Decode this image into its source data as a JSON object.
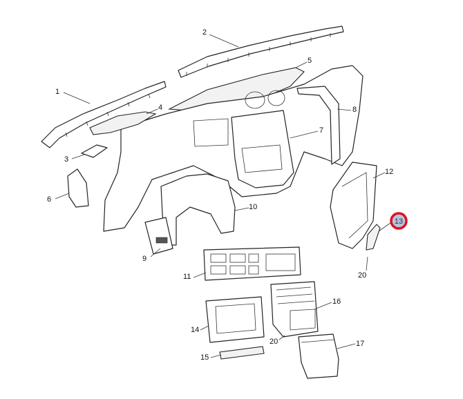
{
  "diagram": {
    "callouts": {
      "c1": "1",
      "c2": "2",
      "c3": "3",
      "c4": "4",
      "c5": "5",
      "c6": "6",
      "c7": "7",
      "c8": "8",
      "c9": "9",
      "c10": "10",
      "c11": "11",
      "c12": "12",
      "c13": "13",
      "c14": "14",
      "c15": "15",
      "c16": "16",
      "c17": "17",
      "c20a": "20",
      "c20b": "20"
    },
    "highlighted_callout": "13",
    "colors": {
      "highlight_ring": "#e01020",
      "highlight_fill": "#b9c3dc"
    }
  }
}
